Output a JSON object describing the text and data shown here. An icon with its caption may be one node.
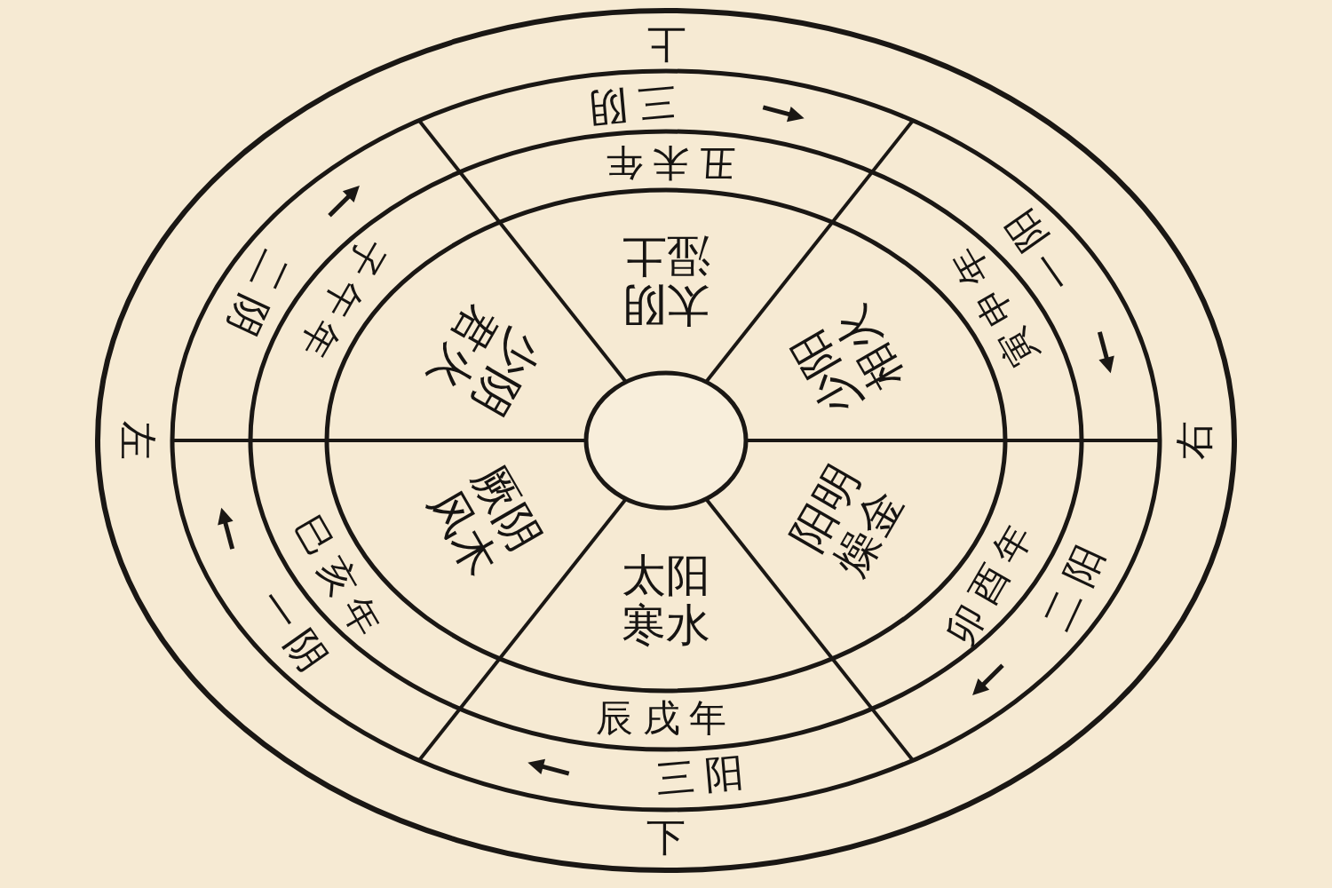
{
  "diagram": {
    "nodes": [
      {
        "text": [],
        "shape": "circle"
      }
    ],
    "labels": [
      "上",
      "三阴",
      "丑未年",
      "太阴湿土",
      "二阴",
      "子午年",
      "少阴君火",
      "一阳",
      "寅申年",
      "少阳相火",
      "左",
      "右",
      "一阴",
      "巳亥年",
      "厥阴风木",
      "二阳",
      "卯酉年",
      "阳明燥金",
      "太阳寒水",
      "辰戌年",
      "三阳",
      "下"
    ]
  }
}
